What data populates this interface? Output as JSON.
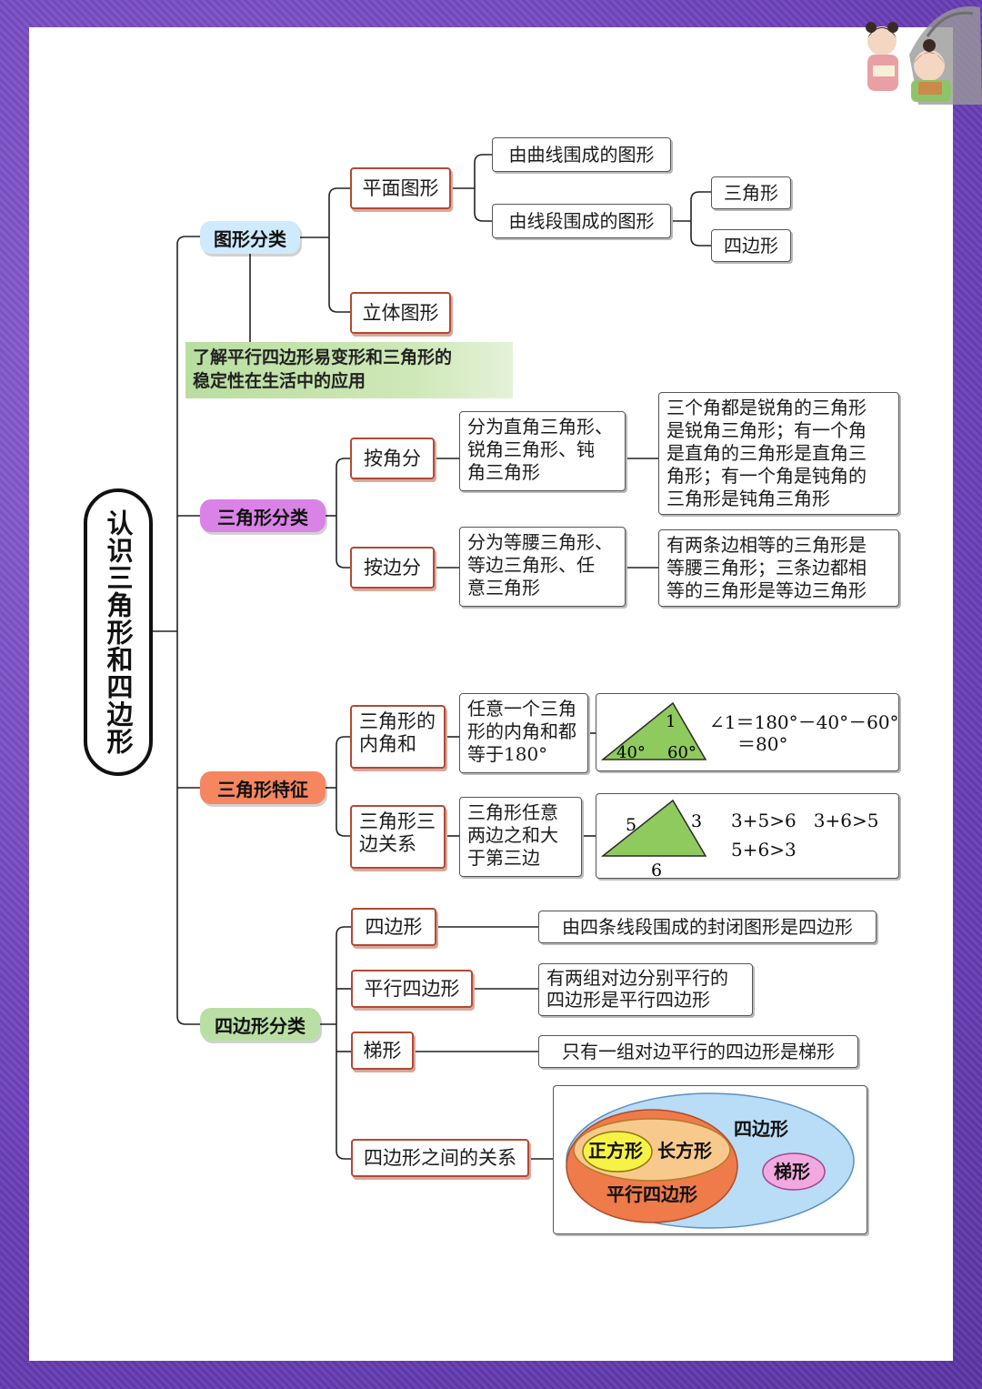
{
  "title": "认识三角形和四边形",
  "note": "了解平行四边形易变形和三角形的\n稳定性在生活中的应用",
  "colors": {
    "page_border": "#6b3fb8",
    "pill_figure": "#cfeafc",
    "pill_triangle_class": "#d983e6",
    "pill_triangle_feature": "#f5865f",
    "pill_quad_class": "#b9dfa5",
    "box_border_red": "#b24a35",
    "triangle_fill": "#8fca5f",
    "note_fill": "#c8e6b0",
    "set_quad": "#b9dcf7",
    "set_parallelogram": "#ef7b4a",
    "set_rectangle": "#f8c98c",
    "set_square": "#f6f246",
    "set_trapezoid": "#f2a9e0"
  },
  "branch1": {
    "label": "图形分类",
    "plane": "平面图形",
    "solid": "立体图形",
    "curve": "由曲线围成的图形",
    "segment": "由线段围成的图形",
    "triangle": "三角形",
    "quad": "四边形"
  },
  "branch2": {
    "label": "三角形分类",
    "by_angle": "按角分",
    "by_angle_types": "分为直角三角形、\n锐角三角形、钝\n角三角形",
    "by_angle_desc": "三个角都是锐角的三角形\n是锐角三角形；有一个角\n是直角的三角形是直角三\n角形；有一个角是钝角的\n三角形是钝角三角形",
    "by_side": "按边分",
    "by_side_types": "分为等腰三角形、\n等边三角形、任\n意三角形",
    "by_side_desc": "有两条边相等的三角形是\n等腰三角形；三条边都相\n等的三角形是等边三角形"
  },
  "branch3": {
    "label": "三角形特征",
    "angle_sum": "三角形的\n内角和",
    "angle_sum_desc": "任意一个三角\n形的内角和都\n等于180°",
    "angle_top": "1",
    "angle_left": "40°",
    "angle_right": "60°",
    "angle_formula_1": "∠1＝180°－40°－60°",
    "angle_formula_2": "＝80°",
    "side_rel": "三角形三\n边关系",
    "side_rel_desc": "三角形任意\n两边之和大\n于第三边",
    "side_left": "5",
    "side_right": "3",
    "side_bottom": "6",
    "side_formula_1": "3+5>6   3+6>5",
    "side_formula_2": "5+6>3"
  },
  "branch4": {
    "label": "四边形分类",
    "quad": "四边形",
    "quad_desc": "由四条线段围成的封闭图形是四边形",
    "para": "平行四边形",
    "para_desc": "有两组对边分别平行的\n四边形是平行四边形",
    "trap": "梯形",
    "trap_desc": "只有一组对边平行的四边形是梯形",
    "relation": "四边形之间的关系",
    "venn_quad": "四边形",
    "venn_square": "正方形",
    "venn_rect": "长方形",
    "venn_para": "平行四边形",
    "venn_trap": "梯形"
  }
}
